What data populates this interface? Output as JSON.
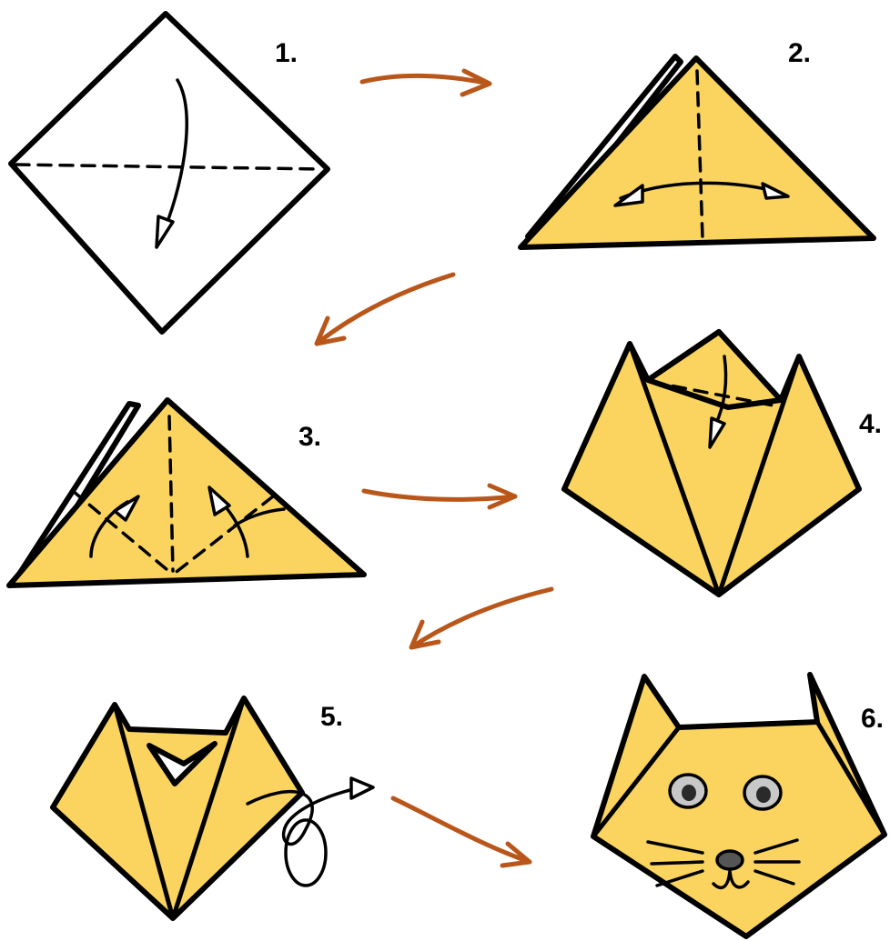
{
  "colors": {
    "paper": "#fbd460",
    "flow_arrow": "#b9561a",
    "outline": "#000000",
    "eye": "#c8c8c8"
  },
  "steps": [
    {
      "label": "1."
    },
    {
      "label": "2."
    },
    {
      "label": "3."
    },
    {
      "label": "4."
    },
    {
      "label": "5."
    },
    {
      "label": "6."
    }
  ]
}
